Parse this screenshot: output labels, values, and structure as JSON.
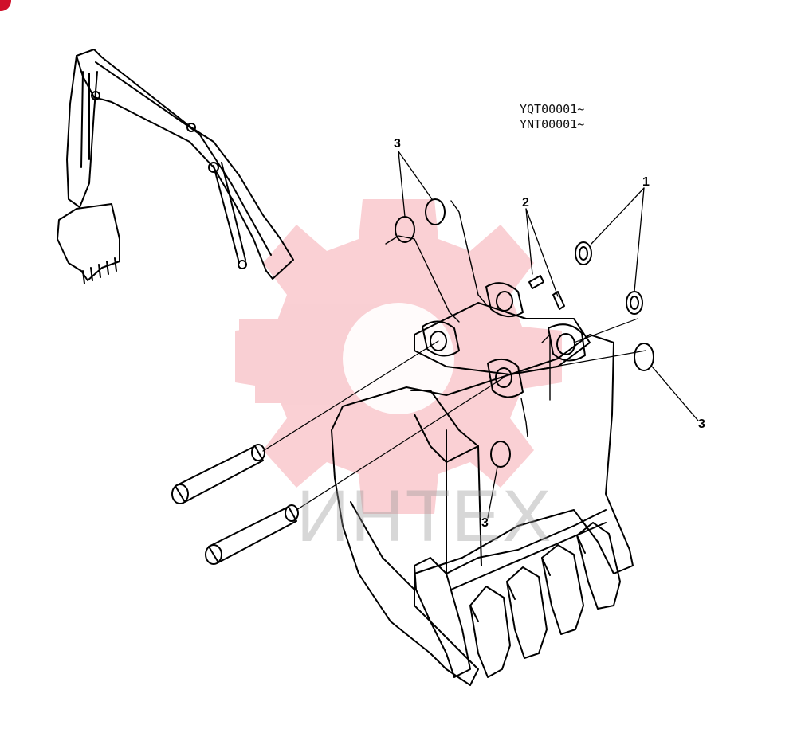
{
  "serials": [
    "YQT00001~",
    "YNT00001~"
  ],
  "callouts": {
    "c1": "1",
    "c2": "2",
    "c3a": "3",
    "c3b": "3",
    "c3c": "3"
  },
  "watermark": {
    "text": "ИНТЕХ",
    "color": "#e8283c"
  },
  "colors": {
    "line": "#000000",
    "background": "#ffffff",
    "corner_mark": "#d0102a"
  }
}
